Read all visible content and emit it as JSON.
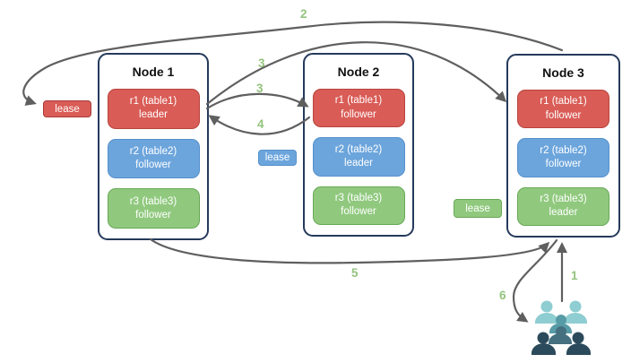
{
  "diagram": {
    "nodes": [
      {
        "title": "Node 1",
        "replicas": [
          {
            "name": "r1 (table1)",
            "role": "leader",
            "color": "#d95c56"
          },
          {
            "name": "r2 (table2)",
            "role": "follower",
            "color": "#6ca5dc"
          },
          {
            "name": "r3 (table3)",
            "role": "follower",
            "color": "#90c97e"
          }
        ]
      },
      {
        "title": "Node 2",
        "replicas": [
          {
            "name": "r1 (table1)",
            "role": "follower",
            "color": "#d95c56"
          },
          {
            "name": "r2 (table2)",
            "role": "leader",
            "color": "#6ca5dc"
          },
          {
            "name": "r3 (table3)",
            "role": "follower",
            "color": "#90c97e"
          }
        ]
      },
      {
        "title": "Node 3",
        "replicas": [
          {
            "name": "r1 (table1)",
            "role": "follower",
            "color": "#d95c56"
          },
          {
            "name": "r2 (table2)",
            "role": "follower",
            "color": "#6ca5dc"
          },
          {
            "name": "r3 (table3)",
            "role": "leader",
            "color": "#90c97e"
          }
        ]
      }
    ],
    "leases": {
      "red": {
        "label": "lease",
        "color": "#d95c56"
      },
      "blue": {
        "label": "lease",
        "color": "#6ca5dc"
      },
      "green": {
        "label": "lease",
        "color": "#90c97e"
      }
    },
    "steps": {
      "s1": "1",
      "s2": "2",
      "s3a": "3",
      "s3b": "3",
      "s4": "4",
      "s5": "5",
      "s6": "6"
    },
    "icons": {
      "users": "users-group-icon"
    },
    "colors": {
      "node_border": "#253a5c",
      "arrow": "#5f5f5f",
      "step_label": "#93c47d",
      "users_light": "#8ecdd1",
      "users_teal": "#579ba6",
      "users_slate": "#44707f",
      "users_dark": "#2b4a5b"
    }
  }
}
